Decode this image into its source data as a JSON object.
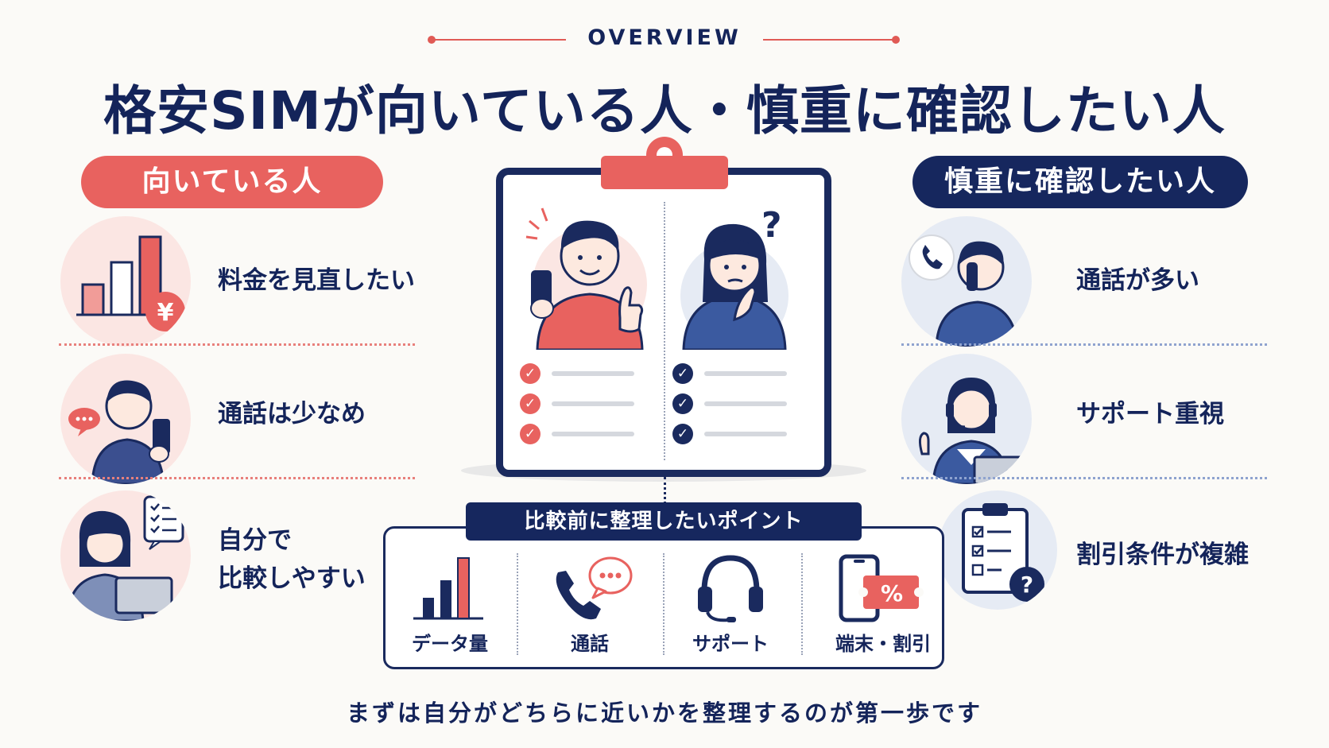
{
  "header": {
    "overview": "OVERVIEW",
    "title": "格安SIMが向いている人・慎重に確認したい人"
  },
  "left": {
    "heading": "向いている人",
    "items": [
      {
        "icon": "bar-chart-yen-icon",
        "label": "料金を見直したい"
      },
      {
        "icon": "person-smartphone-chat-icon",
        "label": "通話は少なめ"
      },
      {
        "icon": "person-laptop-checklist-icon",
        "label_line1": "自分で",
        "label_line2": "比較しやすい"
      }
    ]
  },
  "right": {
    "heading": "慎重に確認したい人",
    "items": [
      {
        "icon": "person-phone-call-icon",
        "label": "通話が多い"
      },
      {
        "icon": "support-operator-icon",
        "label": "サポート重視"
      },
      {
        "icon": "clipboard-question-icon",
        "label": "割引条件が複雑"
      }
    ]
  },
  "board": {
    "question_mark": "?",
    "check_glyph": "✓"
  },
  "points": {
    "heading": "比較前に整理したいポイント",
    "items": [
      {
        "icon": "data-bar-chart-icon",
        "label": "データ量"
      },
      {
        "icon": "phone-call-icon",
        "label": "通話"
      },
      {
        "icon": "headset-icon",
        "label": "サポート"
      },
      {
        "icon": "device-discount-icon",
        "label": "端末・割引"
      }
    ]
  },
  "footer": "まずは自分がどちらに近いかを整理するのが第一歩です",
  "colors": {
    "accent_red": "#e8625f",
    "navy": "#16275e",
    "background": "#fbfaf7"
  }
}
